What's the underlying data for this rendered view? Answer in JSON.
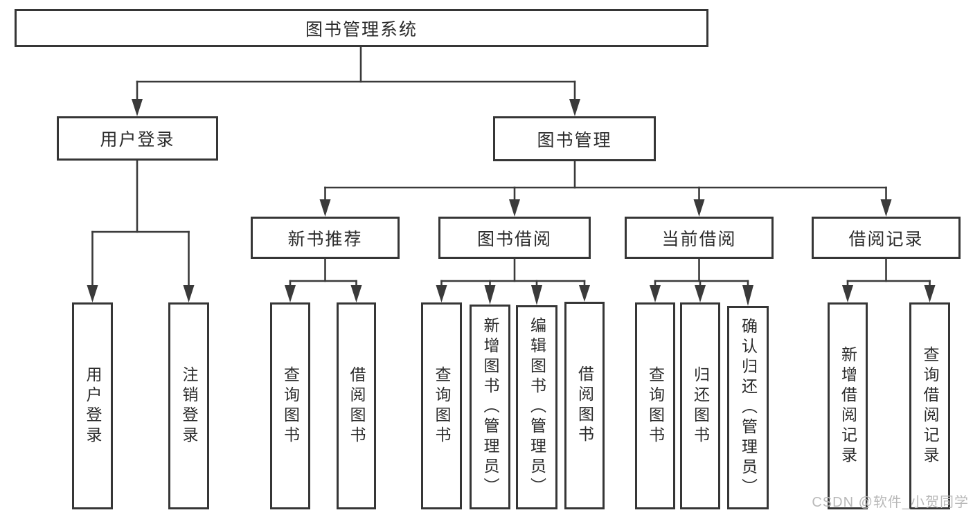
{
  "tree": {
    "label": "图书管理系统",
    "children": [
      {
        "label": "用户登录",
        "children": [
          {
            "label": "用户登录"
          },
          {
            "label": "注销登录"
          }
        ]
      },
      {
        "label": "图书管理",
        "children": [
          {
            "label": "新书推荐",
            "children": [
              {
                "label": "查询图书"
              },
              {
                "label": "借阅图书"
              }
            ]
          },
          {
            "label": "图书借阅",
            "children": [
              {
                "label": "查询图书"
              },
              {
                "label": "新增图书（管理员）"
              },
              {
                "label": "编辑图书（管理员）"
              },
              {
                "label": "借阅图书"
              }
            ]
          },
          {
            "label": "当前借阅",
            "children": [
              {
                "label": "查询图书"
              },
              {
                "label": "归还图书"
              },
              {
                "label": "确认归还（管理员）"
              }
            ]
          },
          {
            "label": "借阅记录",
            "children": [
              {
                "label": "新增借阅记录"
              },
              {
                "label": "查询借阅记录"
              }
            ]
          }
        ]
      }
    ]
  },
  "watermark": {
    "text": "CSDN @软件_小贺同学"
  },
  "colors": {
    "line": "#3a3a3a",
    "border": "#363636",
    "text": "#2b2b2b",
    "watermark": "#b9b9b9",
    "background": "#ffffff"
  }
}
